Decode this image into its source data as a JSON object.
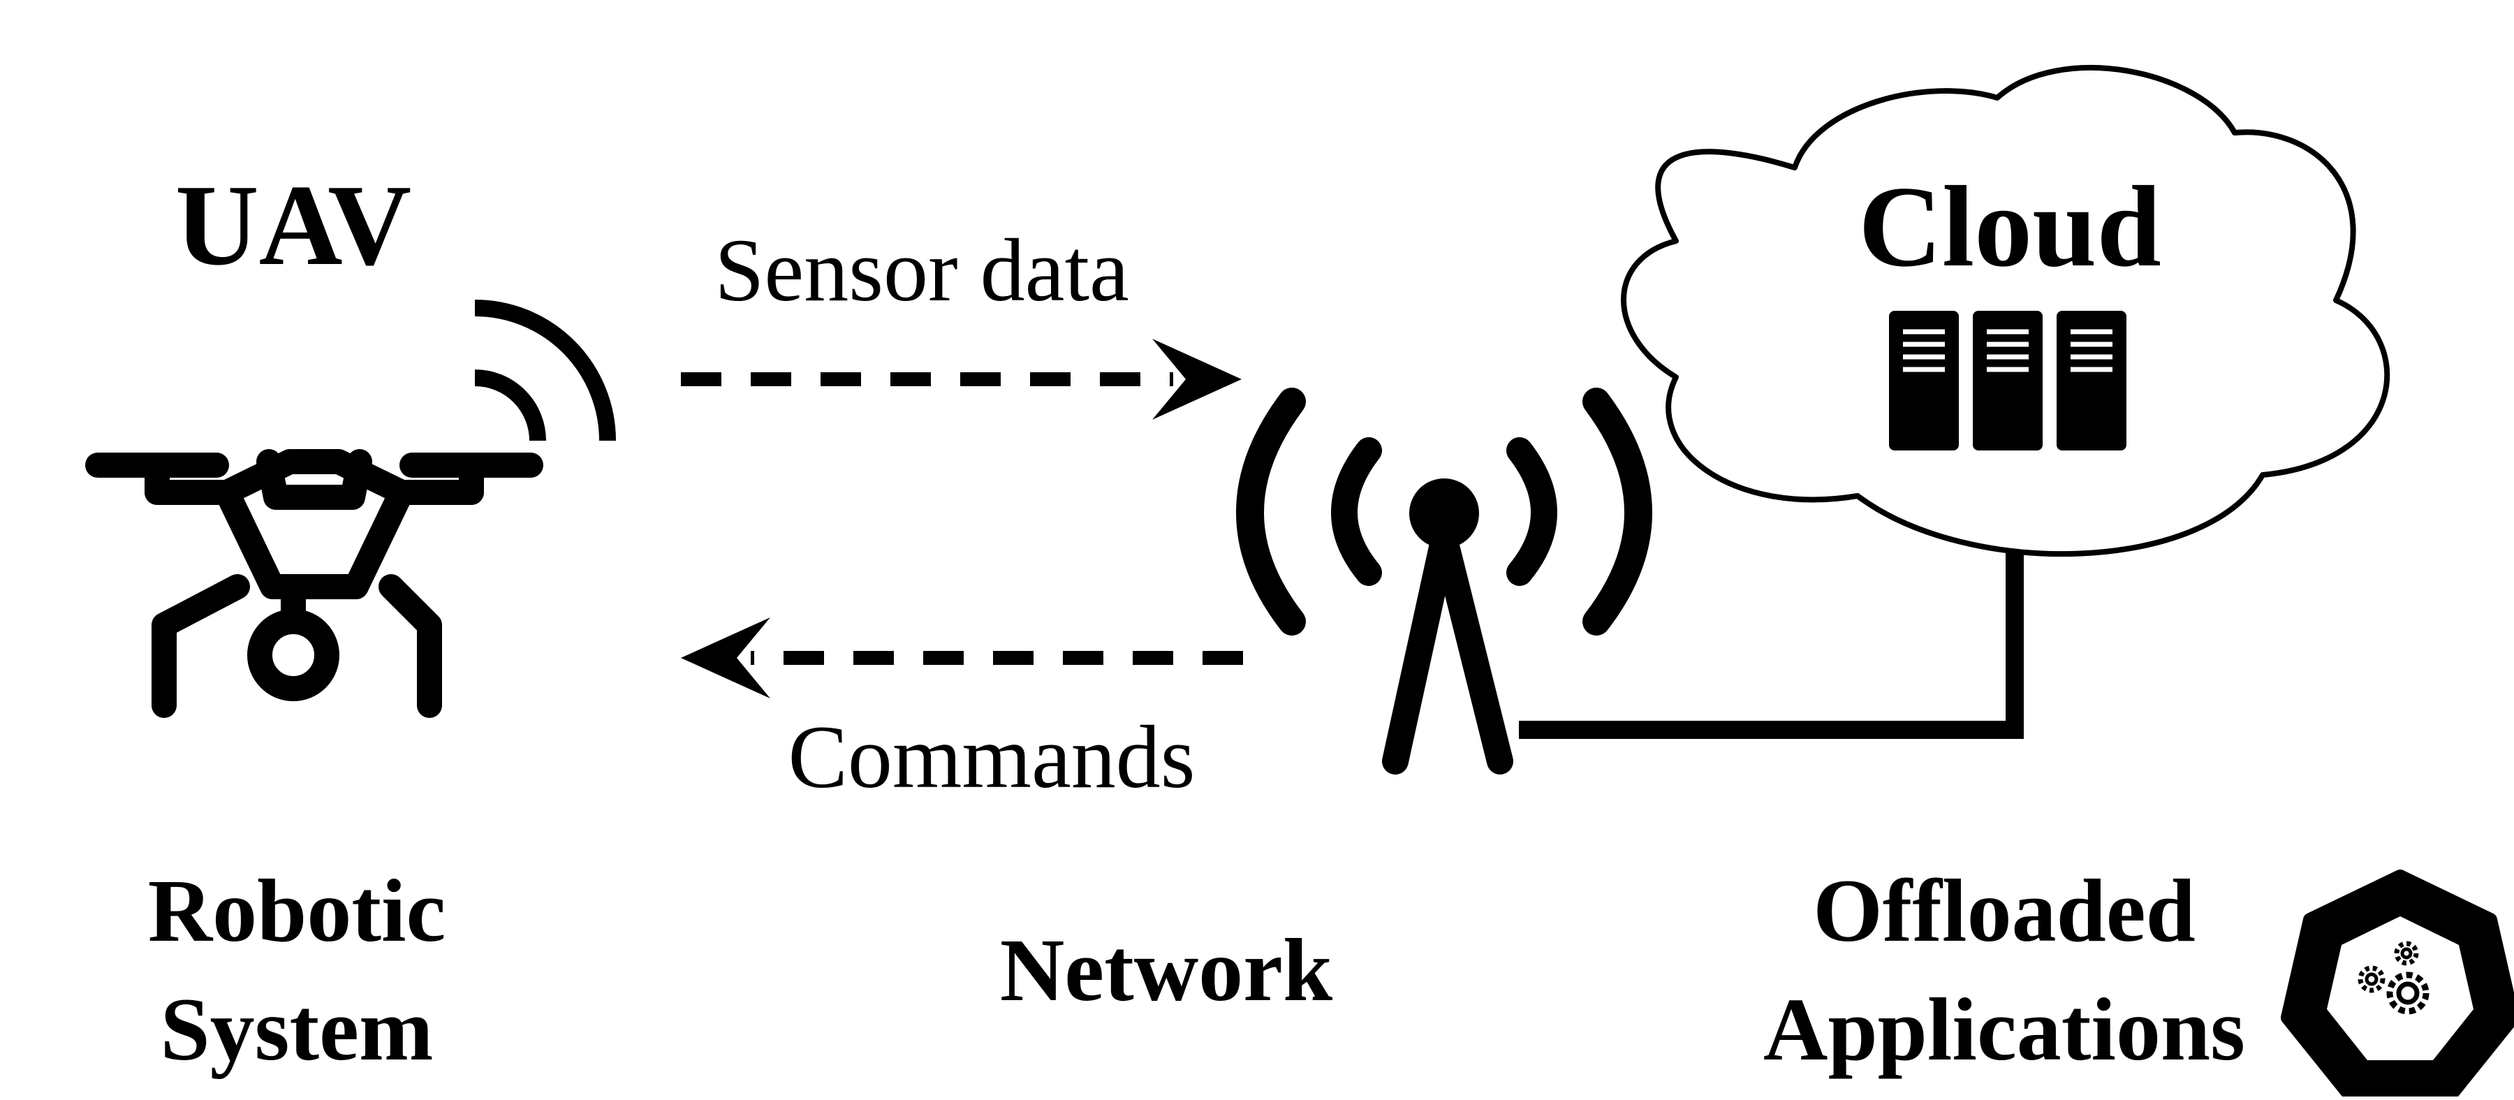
{
  "labels": {
    "uav": "UAV",
    "cloud": "Cloud",
    "sensor_data": "Sensor data",
    "commands": "Commands",
    "robotic_line1": "Robotic",
    "robotic_line2": "System",
    "network": "Network",
    "offloaded_line1": "Offloaded",
    "offloaded_line2": "Applications"
  },
  "icons": {
    "drone": "drone-icon",
    "wifi_signal": "wifi-signal-icon",
    "antenna": "radio-antenna-icon",
    "cloud": "cloud-icon",
    "servers": "server-rack-icon",
    "kubernetes": "kubernetes-gears-icon"
  },
  "colors": {
    "ink": "#000000",
    "background": "#ffffff"
  }
}
